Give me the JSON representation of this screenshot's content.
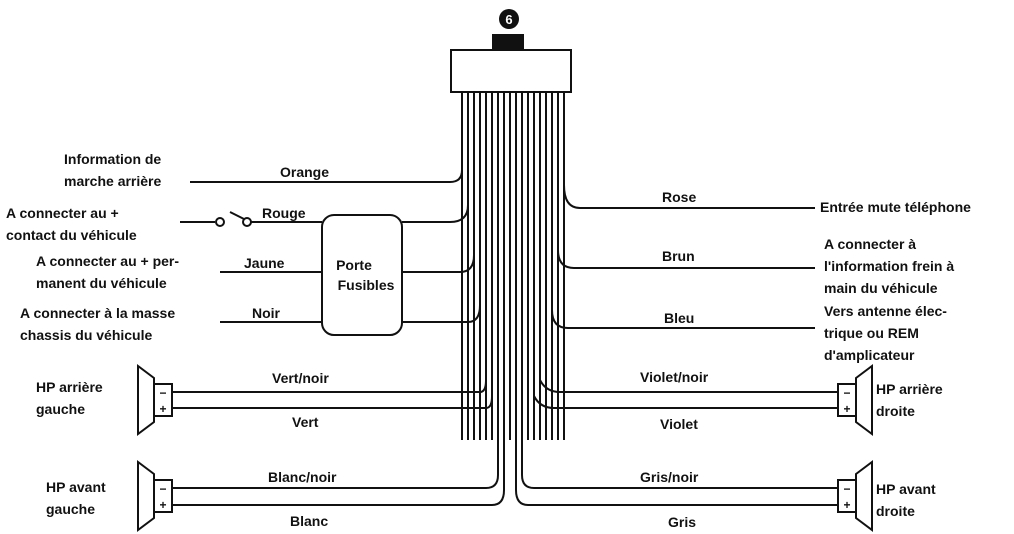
{
  "connector": {
    "number": "6"
  },
  "fuse_box": {
    "line1": "Porte",
    "line2": "Fusibles"
  },
  "left": {
    "reverse": {
      "line1": "Information de",
      "line2": "marche arrière",
      "wire": "Orange"
    },
    "acc": {
      "line1": "A connecter au +",
      "line2": "contact du véhicule",
      "wire": "Rouge"
    },
    "battery": {
      "line1": "A connecter au + per-",
      "line2": "manent du véhicule",
      "wire": "Jaune"
    },
    "ground": {
      "line1": "A connecter à la masse",
      "line2": "chassis du véhicule",
      "wire": "Noir"
    },
    "rear_speaker": {
      "line1": "HP arrière",
      "line2": "gauche",
      "wire_neg": "Vert/noir",
      "wire_pos": "Vert"
    },
    "front_speaker": {
      "line1": "HP avant",
      "line2": "gauche",
      "wire_neg": "Blanc/noir",
      "wire_pos": "Blanc"
    }
  },
  "right": {
    "mute": {
      "line1": "Entrée mute téléphone",
      "wire": "Rose"
    },
    "brake": {
      "line1": "A connecter à",
      "line2": "l'information frein à",
      "line3": "main du véhicule",
      "wire": "Brun"
    },
    "antenna": {
      "line1": "Vers antenne élec-",
      "line2": "trique ou REM",
      "line3": "d'amplicateur",
      "wire": "Bleu"
    },
    "rear_speaker": {
      "line1": "HP arrière",
      "line2": "droite",
      "wire_neg": "Violet/noir",
      "wire_pos": "Violet"
    },
    "front_speaker": {
      "line1": "HP avant",
      "line2": "droite",
      "wire_neg": "Gris/noir",
      "wire_pos": "Gris"
    }
  },
  "terminal_signs": {
    "minus": "−",
    "plus": "+"
  }
}
